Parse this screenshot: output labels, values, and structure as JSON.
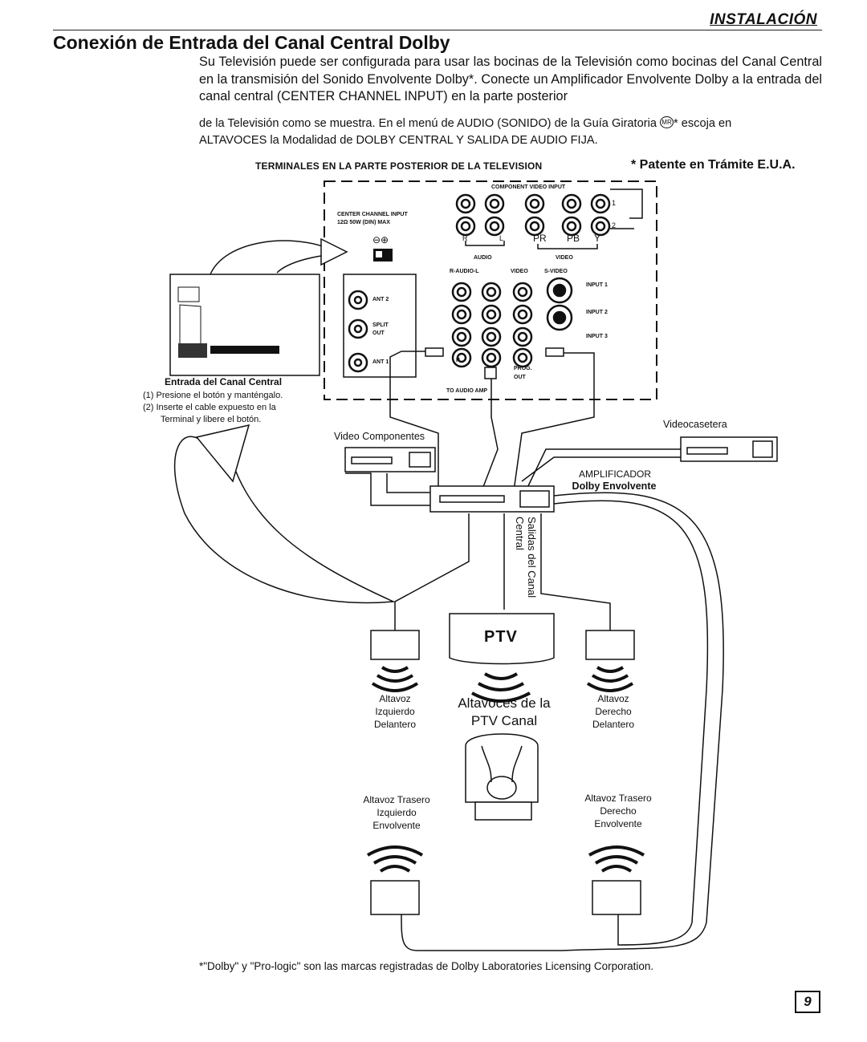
{
  "header": {
    "section": "Instalación"
  },
  "title": "Conexión de Entrada del Canal Central Dolby",
  "intro": {
    "paragraph1": "Su Televisión puede ser configurada para usar las bocinas de la Televisión como bocinas del Canal Central en la transmisión del Sonido Envolvente Dolby*. Conecte un Amplificador Envolvente Dolby a la entrada del canal central (CENTER CHANNEL INPUT) en la parte posterior",
    "paragraph2a": "de la Televisión como se muestra. En el menú de AUDIO (SONIDO) de la Guía Giratoria",
    "mr_mark": "MR",
    "paragraph2b": "* escoja en",
    "paragraph2c": "ALTAVOCES la Modalidad de DOLBY CENTRAL Y SALIDA DE AUDIO FIJA."
  },
  "diagram": {
    "caption": "TERMINALES EN LA PARTE POSTERIOR DE LA TELEVISION",
    "patent": "* Patente en Trámite E.U.A.",
    "panel": {
      "component_input": "COMPONENT VIDEO INPUT",
      "center_channel_1": "CENTER CHANNEL INPUT",
      "center_channel_2": "12Ω 50W (DIN) MAX",
      "polarity": "⊖⊕",
      "row1_mark": "1",
      "row2_mark": "2",
      "r": "R",
      "l": "L",
      "pr": "PR",
      "pb": "PB",
      "y": "Y",
      "audio": "AUDIO",
      "video": "VIDEO",
      "r_audio_l": "R-AUDIO-L",
      "video2": "VIDEO",
      "svideo": "S-VIDEO",
      "input1": "INPUT 1",
      "input2": "INPUT 2",
      "input3": "INPUT 3",
      "ant2": "ANT 2",
      "split": "SPLIT",
      "out": "OUT",
      "ant1": "ANT 1",
      "r_small": "R",
      "prog": "PROG.",
      "prog_out": "OUT",
      "to_audio_amp": "TO AUDIO AMP"
    },
    "inset": {
      "title": "Entrada del Canal Central",
      "step1": "(1) Presione el botón y manténgalo.",
      "step2a": "(2) Inserte el cable expuesto en la",
      "step2b": "Terminal y libere el botón."
    },
    "devices": {
      "video_componentes": "Video Componentes",
      "videocasetera": "Videocasetera",
      "amplificador_1": "AMPLIFICADOR",
      "amplificador_2": "Dolby Envolvente",
      "salidas": "Salidas del Canal Central",
      "ptv": "PTV"
    },
    "speakers": {
      "front_left": [
        "Altavoz",
        "Izquierdo",
        "Delantero"
      ],
      "front_right": [
        "Altavoz",
        "Derecho",
        "Delantero"
      ],
      "center": [
        "Altavoces de la",
        "PTV Canal"
      ],
      "rear_left": [
        "Altavoz Trasero",
        "Izquierdo",
        "Envolvente"
      ],
      "rear_right": [
        "Altavoz Trasero",
        "Derecho",
        "Envolvente"
      ]
    }
  },
  "footer": "*\"Dolby\" y \"Pro-logic\" son las marcas registradas de Dolby Laboratories Licensing Corporation.",
  "page_number": "9"
}
